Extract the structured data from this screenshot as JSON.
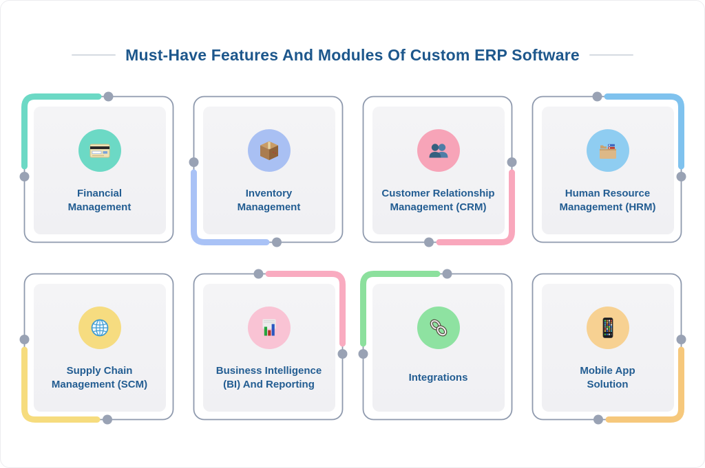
{
  "page": {
    "title": "Must-Have Features And Modules Of Custom ERP Software",
    "title_color": "#1d578c",
    "label_color": "#235d92",
    "border_color": "#8e99ad",
    "dot_color": "#99a2b4",
    "panel_color": "#f2f2f5",
    "background": "#ffffff"
  },
  "cards": [
    {
      "title": "Financial\nManagement",
      "icon": "credit-card",
      "accent_corner": "top-left",
      "accent_color": "#6cd9c5",
      "circle_color": "#6cd9c5"
    },
    {
      "title": "Inventory\nManagement",
      "icon": "package",
      "accent_corner": "bottom-left",
      "accent_color": "#a9c2f6",
      "circle_color": "#a9c0f3"
    },
    {
      "title": "Customer Relationship\nManagement (CRM)",
      "icon": "people",
      "accent_corner": "bottom-right",
      "accent_color": "#f9a7bc",
      "circle_color": "#f7a4b8"
    },
    {
      "title": "Human Resource\nManagement (HRM)",
      "icon": "card-file-box",
      "accent_corner": "top-right",
      "accent_color": "#7fc2ee",
      "circle_color": "#8fcdf1"
    },
    {
      "title": "Supply Chain\nManagement (SCM)",
      "icon": "globe",
      "accent_corner": "bottom-left",
      "accent_color": "#f6dc7e",
      "circle_color": "#f6dc80"
    },
    {
      "title": "Business Intelligence\n(BI) And Reporting",
      "icon": "bar-chart",
      "accent_corner": "top-right",
      "accent_color": "#f9abc0",
      "circle_color": "#f9c3d4"
    },
    {
      "title": "Integrations",
      "icon": "chain-link",
      "accent_corner": "top-left",
      "accent_color": "#8ce09d",
      "circle_color": "#8ee2a1"
    },
    {
      "title": "Mobile App\nSolution",
      "icon": "smartphone",
      "accent_corner": "bottom-right",
      "accent_color": "#f6c87c",
      "circle_color": "#f7d192"
    }
  ]
}
